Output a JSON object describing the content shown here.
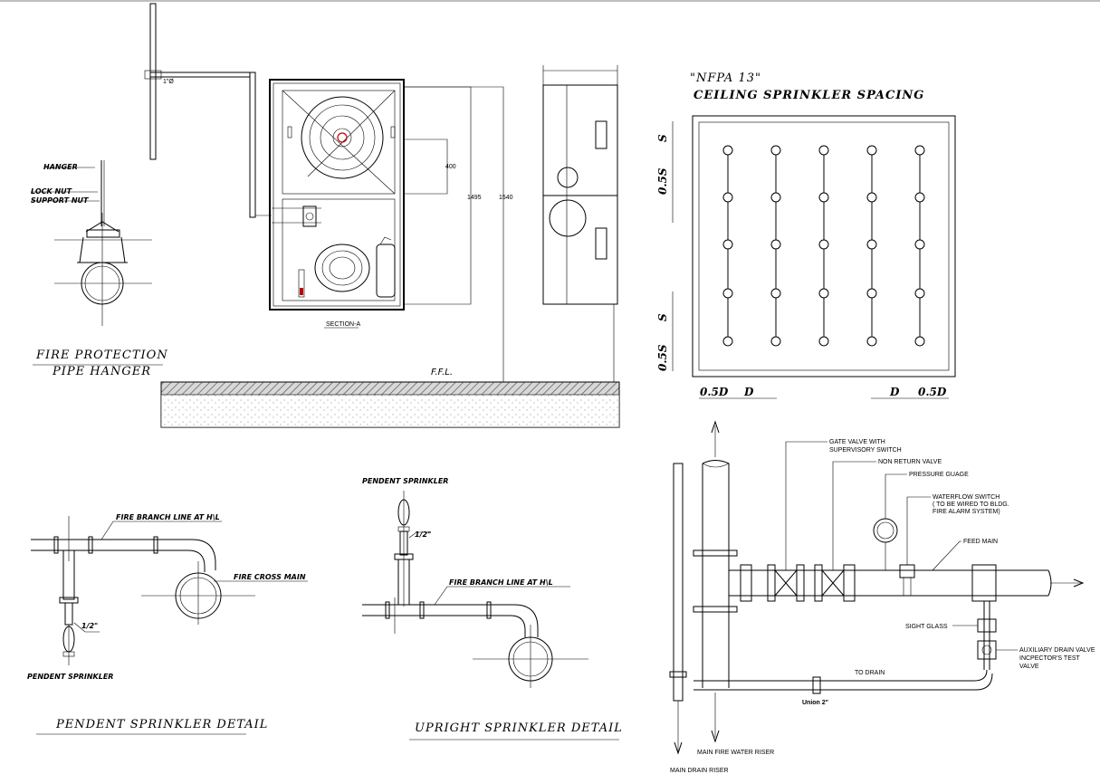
{
  "hanger": {
    "title_line1": "FIRE PROTECTION",
    "title_line2": "PIPE HANGER",
    "label_hanger": "HANGER",
    "label_lock_nut": "LOCK NUT",
    "label_support_nut": "SUPPORT NUT"
  },
  "cabinet": {
    "floor_label": "F.F.L.",
    "dim_400": "400",
    "dim_1495": "1495",
    "dim_1540": "1540",
    "section_label": "SECTION-A"
  },
  "nfpa": {
    "title": "\"NFPA 13\"",
    "subtitle": "CEILING SPRINKLER SPACING",
    "dim_s": "S",
    "dim_05s": "0.5S",
    "dim_05d": "0.5D",
    "dim_d": "D"
  },
  "pendent": {
    "title": "PENDENT SPRINKLER DETAIL",
    "branch_label": "FIRE BRANCH LINE AT H\\L",
    "cross_main_label": "FIRE CROSS MAIN",
    "size_label": "1/2\"",
    "sprinkler_label": "PENDENT SPRINKLER"
  },
  "upright": {
    "title": "UPRIGHT SPRINKLER DETAIL",
    "sprinkler_label": "PENDENT SPRINKLER",
    "size_label": "1/2\"",
    "branch_label": "FIRE BRANCH LINE AT H\\L"
  },
  "riser": {
    "gate_valve_1": "GATE VALVE WITH",
    "gate_valve_2": "SUPERVISORY SWITCH",
    "non_return": "NON RETURN VALVE",
    "pressure_gauge": "PRESSURE GUAGE",
    "waterflow_1": "WATERFLOW SWITCH",
    "waterflow_2": "( TO BE WIRED TO BLDG.",
    "waterflow_3": "FIRE ALARM SYSTEM)",
    "feed_main": "FEED MAIN",
    "sight_glass": "SIGHT GLASS",
    "aux_drain_1": "AUXILIARY DRAIN VALVE",
    "aux_drain_2": "INCPECTOR'S TEST",
    "aux_drain_3": "VALVE",
    "to_drain": "TO DRAIN",
    "union": "Union 2\"",
    "main_riser": "MAIN FIRE WATER RISER",
    "drain_riser": "MAIN DRAIN RISER"
  }
}
